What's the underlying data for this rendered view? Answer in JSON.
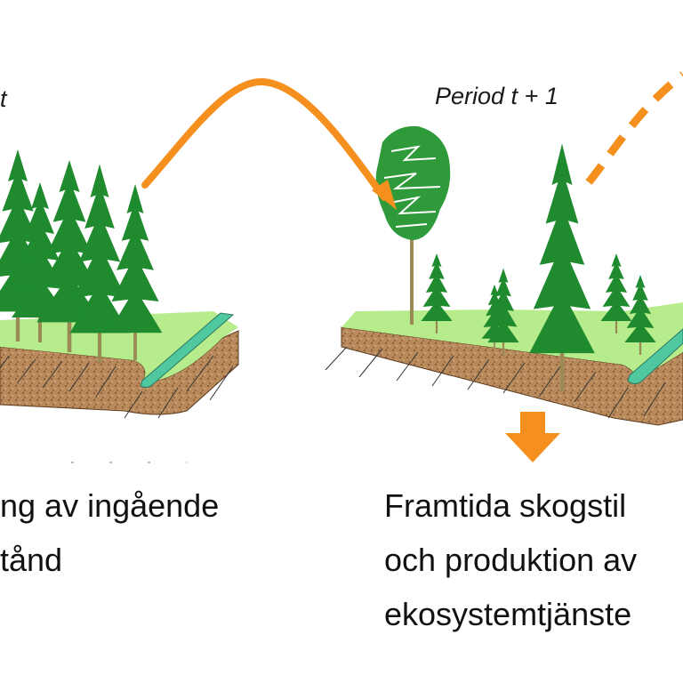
{
  "panels": {
    "left": {
      "period_label": "t",
      "caption_lines": [
        "ng av ingående",
        "tånd"
      ]
    },
    "right": {
      "period_label": "Period t + 1",
      "caption_lines": [
        "Framtida skogstil",
        "och produktion av",
        "ekosystemtjänste"
      ]
    }
  },
  "colors": {
    "arrow": "#f5901e",
    "tree_green": "#1f8a2e",
    "grass": "#b7ec8c",
    "soil": "#b5875a",
    "stream": "#4fc8a0"
  }
}
